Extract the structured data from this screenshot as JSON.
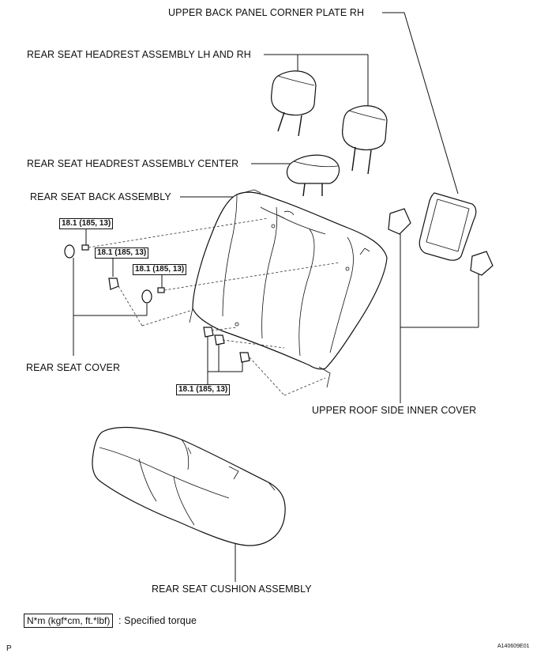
{
  "labels": {
    "upper_back_panel": "UPPER BACK PANEL CORNER PLATE RH",
    "headrest_lh_rh": "REAR SEAT HEADREST ASSEMBLY LH AND RH",
    "headrest_center": "REAR SEAT HEADREST ASSEMBLY CENTER",
    "seat_back": "REAR SEAT BACK ASSEMBLY",
    "seat_cover": "REAR SEAT COVER",
    "roof_side_cover": "UPPER ROOF SIDE INNER COVER",
    "cushion": "REAR SEAT CUSHION ASSEMBLY"
  },
  "torque": {
    "t1": "18.1 (185, 13)",
    "t2": "18.1 (185, 13)",
    "t3": "18.1 (185, 13)",
    "t4": "18.1 (185, 13)"
  },
  "legend": {
    "unit": "N*m (kgf*cm, ft.*lbf)",
    "text": ": Specified torque"
  },
  "footer": {
    "left": "P",
    "right": "A140609E01"
  }
}
